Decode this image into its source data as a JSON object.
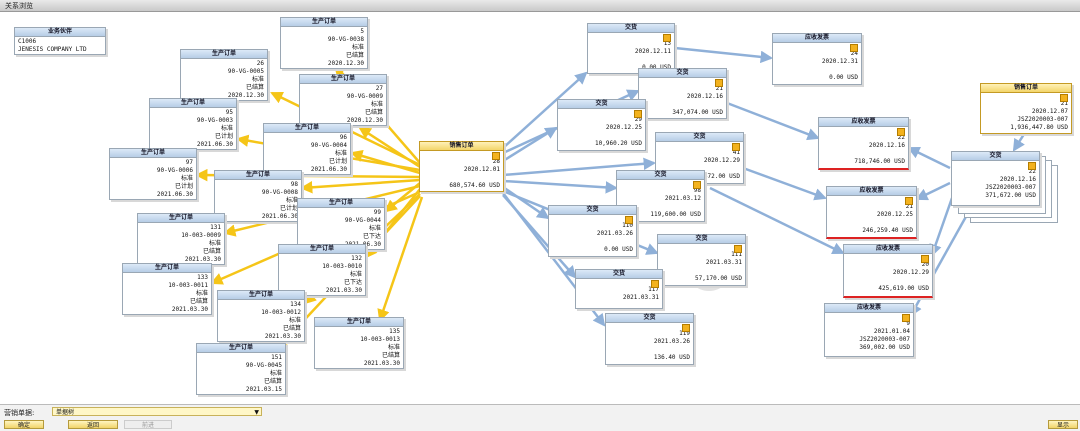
{
  "window_title": "关系浏览",
  "partner": {
    "title": "业务伙伴",
    "lines": [
      "C1006",
      "JENESIS COMPANY LTD"
    ]
  },
  "sales_orders": [
    {
      "id": "so-main",
      "title": "销售订单",
      "lines": [
        "28",
        "2020.12.01",
        "",
        "680,574.60 USD"
      ]
    },
    {
      "id": "so-right",
      "title": "销售订单",
      "lines": [
        "21",
        "2020.12.07",
        "JSZ2020003-007",
        "1,936,447.80 USD"
      ]
    }
  ],
  "production_orders": [
    {
      "id": "po-5",
      "title": "生产订单",
      "lines": [
        "5",
        "90-VG-0038",
        "标准",
        "已结算",
        "2020.12.30"
      ]
    },
    {
      "id": "po-26",
      "title": "生产订单",
      "lines": [
        "26",
        "90-VG-0005",
        "标准",
        "已结算",
        "2020.12.30"
      ]
    },
    {
      "id": "po-27",
      "title": "生产订单",
      "lines": [
        "27",
        "90-VG-0009",
        "标准",
        "已结算",
        "2020.12.30"
      ]
    },
    {
      "id": "po-95",
      "title": "生产订单",
      "lines": [
        "95",
        "90-VG-0003",
        "标准",
        "已计划",
        "2021.06.30"
      ]
    },
    {
      "id": "po-96",
      "title": "生产订单",
      "lines": [
        "96",
        "90-VG-0004",
        "标准",
        "已计划",
        "2021.06.30"
      ]
    },
    {
      "id": "po-97",
      "title": "生产订单",
      "lines": [
        "97",
        "90-VG-0006",
        "标准",
        "已计划",
        "2021.06.30"
      ]
    },
    {
      "id": "po-98",
      "title": "生产订单",
      "lines": [
        "98",
        "90-VG-0008",
        "标准",
        "已计划",
        "2021.06.30"
      ]
    },
    {
      "id": "po-99",
      "title": "生产订单",
      "lines": [
        "99",
        "90-VG-0044",
        "标准",
        "已下达",
        "2021.06.30"
      ]
    },
    {
      "id": "po-131",
      "title": "生产订单",
      "lines": [
        "131",
        "10-003-0009",
        "标准",
        "已结算",
        "2021.03.30"
      ]
    },
    {
      "id": "po-132",
      "title": "生产订单",
      "lines": [
        "132",
        "10-003-0010",
        "标准",
        "已下达",
        "2021.03.30"
      ]
    },
    {
      "id": "po-133",
      "title": "生产订单",
      "lines": [
        "133",
        "10-003-0011",
        "标准",
        "已结算",
        "2021.03.30"
      ]
    },
    {
      "id": "po-134",
      "title": "生产订单",
      "lines": [
        "134",
        "10-003-0012",
        "标准",
        "已结算",
        "2021.03.30"
      ]
    },
    {
      "id": "po-135",
      "title": "生产订单",
      "lines": [
        "135",
        "10-003-0013",
        "标准",
        "已结算",
        "2021.03.30"
      ]
    },
    {
      "id": "po-151",
      "title": "生产订单",
      "lines": [
        "151",
        "90-VG-0045",
        "标准",
        "已结算",
        "2021.03.15"
      ]
    }
  ],
  "deliveries": [
    {
      "id": "dl-13",
      "title": "交货",
      "lines": [
        "13",
        "2020.12.11",
        "",
        "0.00 USD"
      ]
    },
    {
      "id": "dl-21",
      "title": "交货",
      "lines": [
        "21",
        "2020.12.16",
        "",
        "347,074.00 USD"
      ]
    },
    {
      "id": "dl-29",
      "title": "交货",
      "lines": [
        "29",
        "2020.12.25",
        "",
        "10,960.20 USD"
      ]
    },
    {
      "id": "dl-41",
      "title": "交货",
      "lines": [
        "41",
        "2020.12.29",
        "",
        "149,472.00 USD"
      ]
    },
    {
      "id": "dl-98",
      "title": "交货",
      "lines": [
        "98",
        "2021.03.12",
        "",
        "119,600.00 USD"
      ]
    },
    {
      "id": "dl-110",
      "title": "交货",
      "lines": [
        "110",
        "2021.03.26",
        "",
        "0.00 USD"
      ]
    },
    {
      "id": "dl-111",
      "title": "交货",
      "lines": [
        "111",
        "2021.03.31",
        "",
        "57,170.00 USD"
      ]
    },
    {
      "id": "dl-117",
      "title": "交货",
      "lines": [
        "117",
        "2021.03.31"
      ]
    },
    {
      "id": "dl-119",
      "title": "交货",
      "lines": [
        "119",
        "2021.03.26",
        "",
        "136.40 USD"
      ]
    },
    {
      "id": "dl-22",
      "title": "交货",
      "lines": [
        "22",
        "2020.12.16",
        "JSZ2020003-007",
        "371,672.00 USD"
      ]
    }
  ],
  "invoices": [
    {
      "id": "iv-24",
      "title": "应收发票",
      "lines": [
        "24",
        "2020.12.31",
        "",
        "0.00 USD"
      ]
    },
    {
      "id": "iv-22",
      "title": "应收发票",
      "lines": [
        "22",
        "2020.12.16",
        "",
        "718,746.00 USD"
      ]
    },
    {
      "id": "iv-21",
      "title": "应收发票",
      "lines": [
        "21",
        "2020.12.25",
        "",
        "246,259.40 USD"
      ]
    },
    {
      "id": "iv-20",
      "title": "应收发票",
      "lines": [
        "20",
        "2020.12.29",
        "",
        "425,619.00 USD"
      ]
    },
    {
      "id": "iv-9",
      "title": "应收发票",
      "lines": [
        "9",
        "2021.01.04",
        "JSZ2020003-007",
        "369,002.00 USD"
      ]
    }
  ],
  "status": {
    "selector_label": "营销单据:",
    "selector_value": "单据树",
    "buttons": {
      "ok": "确定",
      "back": "返回",
      "forward": "前进",
      "display": "显示"
    }
  },
  "colors": {
    "production_link": "#f5c518",
    "document_link": "#8fb0d8",
    "invoice_underline": "#d22222"
  }
}
